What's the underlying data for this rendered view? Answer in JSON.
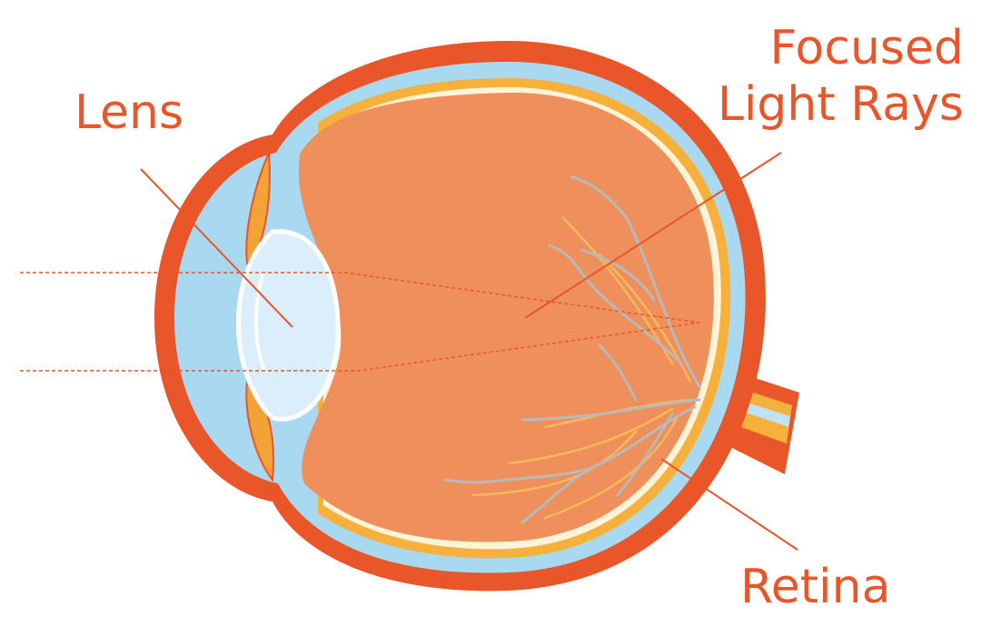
{
  "labels": {
    "lens": "Lens",
    "focused_line1": "Focused",
    "focused_line2": "Light Rays",
    "retina": "Retina"
  },
  "colors": {
    "sclera": "#e8562a",
    "vitreous": "#ef8f5c",
    "cornea": "#a9d9f1",
    "retina_band": "#f6b13c",
    "lens": "#dbeefb",
    "vessels": "#b7b9bb",
    "label": "#e8562a"
  }
}
